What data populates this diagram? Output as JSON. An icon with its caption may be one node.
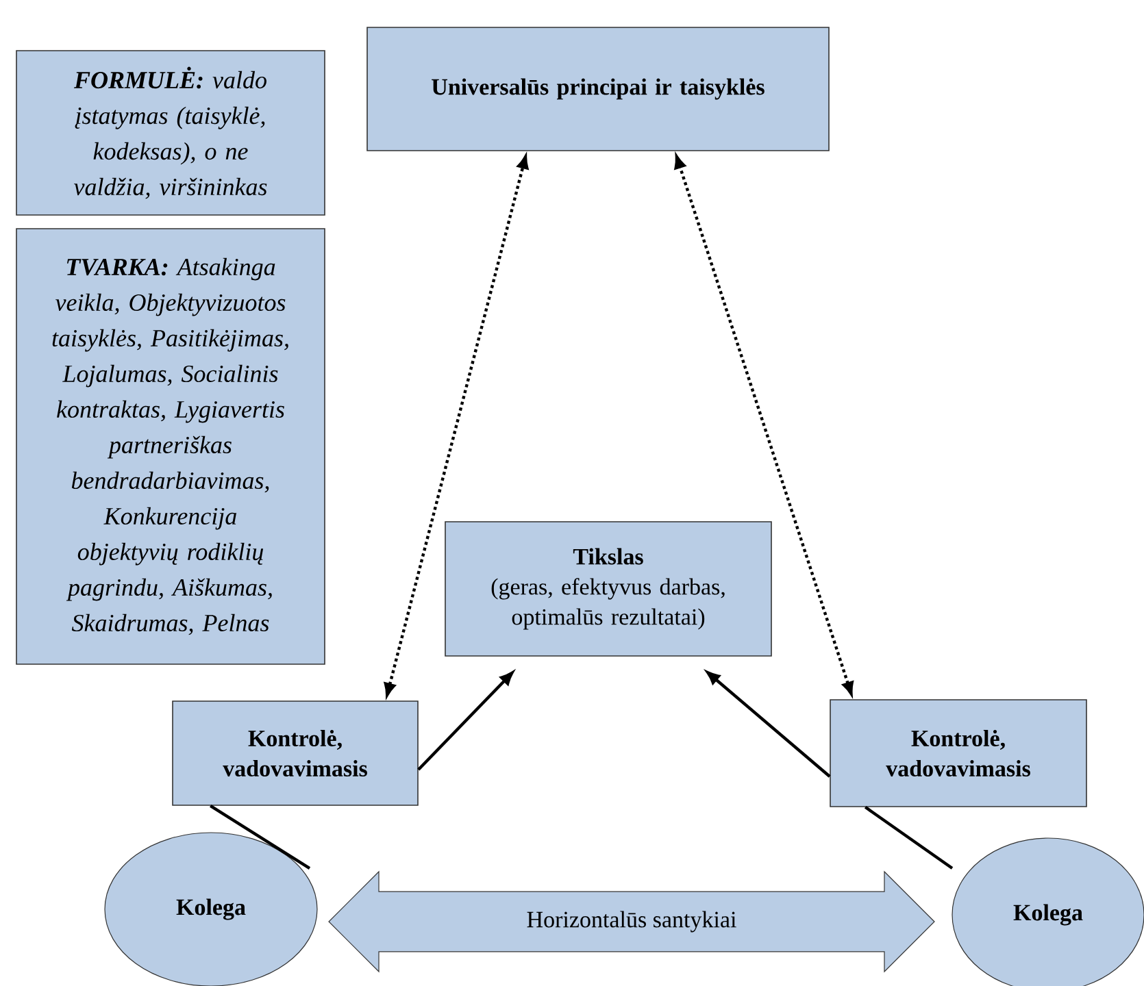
{
  "diagram": {
    "nodes": [
      {
        "text": [
          "**FORMULĖ:** valdo įstatymas (taisyklė, kodeksas), o ne valdžia, viršininkas"
        ]
      },
      {
        "text": [
          "**TVARKA:** Atsakinga veikla, Objektyvizuotos taisyklės, Pasitikėjimas, Lojalumas, Socialinis kontraktas, Lygiavertis partneriškas bendradarbiavimas, Konkurencija objektyvių rodiklių pagrindu, Aiškumas, Skaidrumas, Pelnas"
        ]
      },
      {
        "text": [
          "Universalūs principai ir taisyklės"
        ]
      },
      {
        "text": [
          "Tikslas",
          "(geras, efektyvus darbas, optimalūs rezultatai)"
        ]
      },
      {
        "text": [
          "Kontrolė, vadovavimasis"
        ]
      },
      {
        "text": [
          "Kontrolė, vadovavimasis"
        ]
      },
      {
        "text": [
          "Kolega"
        ]
      },
      {
        "text": [
          "Kolega"
        ]
      },
      {
        "text": [
          "Horizontalūs santykiai"
        ]
      }
    ],
    "edges": [
      {
        "from": 4,
        "to": 2,
        "arrow": "both",
        "style": "dashed"
      },
      {
        "from": 5,
        "to": 2,
        "arrow": "both",
        "style": "dashed"
      },
      {
        "from": 6,
        "to": 4,
        "arrow": "none"
      },
      {
        "from": 4,
        "to": 3,
        "arrow": "to"
      },
      {
        "from": 7,
        "to": 5,
        "arrow": "none"
      },
      {
        "from": 5,
        "to": 3,
        "arrow": "to"
      }
    ]
  }
}
